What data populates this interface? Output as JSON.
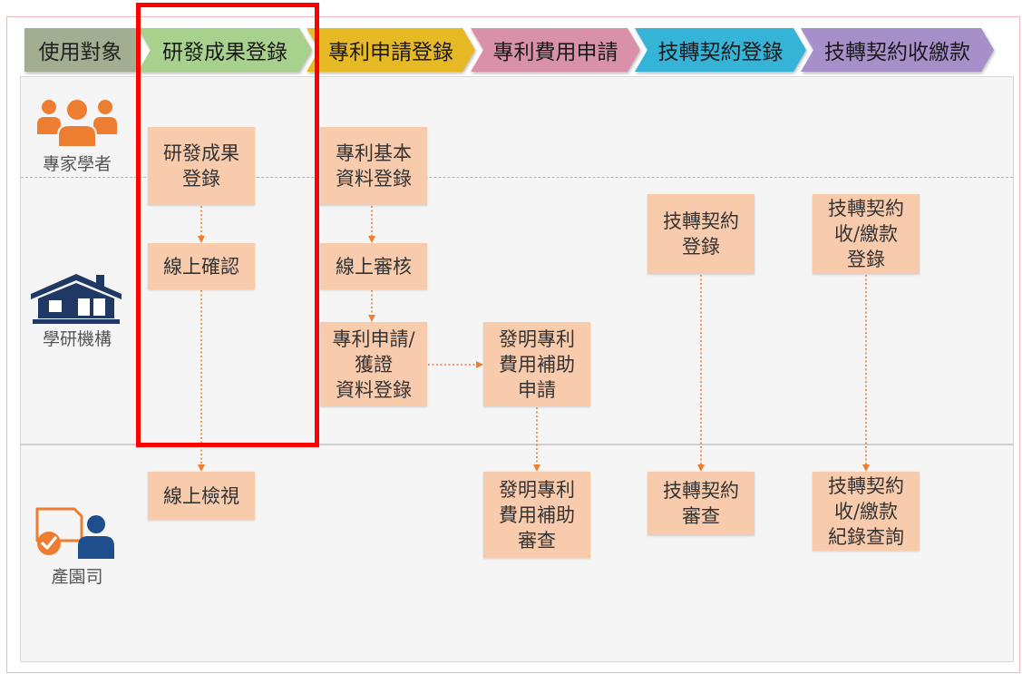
{
  "colors": {
    "step_fill": "#f8cbad",
    "arrow": "#ed7d31",
    "highlight": "#ff0000",
    "orange": "#ed7d31",
    "navy": "#203864",
    "blue": "#1f4e8c",
    "lane_bg": "#f5f5f5",
    "frame": "#f0b8b8"
  },
  "header": {
    "stages": [
      {
        "label": "使用對象",
        "color": "#a3ad91"
      },
      {
        "label": "研發成果登錄",
        "color": "#a9d18e"
      },
      {
        "label": "專利申請登錄",
        "color": "#e6b925"
      },
      {
        "label": "專利費用申請",
        "color": "#d891a8"
      },
      {
        "label": "技轉契約登錄",
        "color": "#35b4d8"
      },
      {
        "label": "技轉契約收繳款",
        "color": "#a78fca"
      }
    ]
  },
  "lanes": [
    {
      "label": "專家學者",
      "icon": "people-icon"
    },
    {
      "label": "學研機構",
      "icon": "building-icon"
    },
    {
      "label": "產園司",
      "icon": "review-icon"
    }
  ],
  "steps": {
    "rd_register": "研發成果\n登錄",
    "rd_confirm": "線上確認",
    "rd_view": "線上檢視",
    "patent_basic": "專利基本\n資料登錄",
    "patent_review": "線上審核",
    "patent_apply": "專利申請/\n獲證\n資料登錄",
    "fee_apply": "發明專利\n費用補助\n申請",
    "fee_review": "發明專利\n費用補助\n審查",
    "contract_register": "技轉契約\n登錄",
    "contract_review": "技轉契約\n審查",
    "payment_register": "技轉契約\n收/繳款\n登錄",
    "payment_query": "技轉契約\n收/繳款\n紀錄查詢"
  }
}
